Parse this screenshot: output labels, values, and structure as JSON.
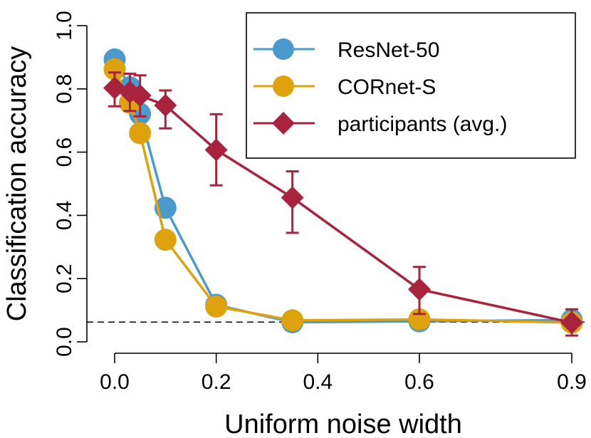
{
  "chart_data": {
    "type": "line",
    "title": "",
    "xlabel": "Uniform noise width",
    "ylabel": "Classification accuracy",
    "xlim": [
      0.0,
      0.9
    ],
    "ylim": [
      0.0,
      1.0
    ],
    "x_ticks": [
      "0.0",
      "0.2",
      "0.4",
      "0.6",
      "0.9"
    ],
    "x_tick_values": [
      0.0,
      0.2,
      0.4,
      0.6,
      0.9
    ],
    "y_ticks": [
      "0.0",
      "0.2",
      "0.4",
      "0.6",
      "0.8",
      "1.0"
    ],
    "y_tick_values": [
      0.0,
      0.2,
      0.4,
      0.6,
      0.8,
      1.0
    ],
    "grid": false,
    "legend_position": "top-right",
    "chance_level": 0.0625,
    "series": [
      {
        "name": "ResNet-50",
        "color": "#4a9acd",
        "marker": "circle",
        "x": [
          0.0,
          0.03,
          0.05,
          0.1,
          0.2,
          0.35,
          0.6,
          0.9
        ],
        "y": [
          0.893,
          0.805,
          0.721,
          0.424,
          0.117,
          0.062,
          0.065,
          0.069
        ]
      },
      {
        "name": "CORnet-S",
        "color": "#dda20c",
        "marker": "circle",
        "x": [
          0.0,
          0.03,
          0.05,
          0.1,
          0.2,
          0.35,
          0.6,
          0.9
        ],
        "y": [
          0.862,
          0.756,
          0.66,
          0.323,
          0.112,
          0.068,
          0.071,
          0.061
        ]
      },
      {
        "name": "participants (avg.)",
        "color": "#a8233d",
        "marker": "diamond",
        "x": [
          0.0,
          0.03,
          0.05,
          0.1,
          0.2,
          0.35,
          0.6,
          0.9
        ],
        "y": [
          0.803,
          0.79,
          0.779,
          0.748,
          0.607,
          0.456,
          0.166,
          0.061
        ],
        "err_low": [
          0.745,
          0.73,
          0.713,
          0.675,
          0.495,
          0.345,
          0.088,
          0.02
        ],
        "err_high": [
          0.852,
          0.848,
          0.843,
          0.795,
          0.72,
          0.539,
          0.237,
          0.103
        ]
      }
    ]
  }
}
